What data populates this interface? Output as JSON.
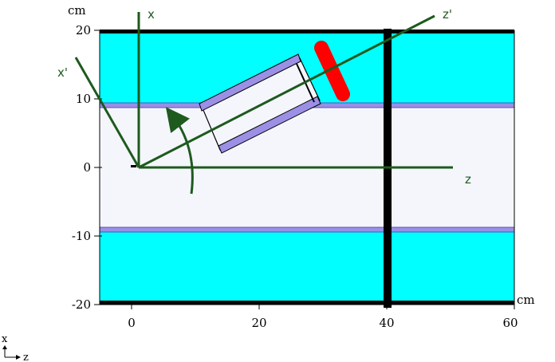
{
  "units": {
    "x": "cm",
    "z": "cm"
  },
  "x_ticks": [
    {
      "value": -20,
      "label": "-20"
    },
    {
      "value": -10,
      "label": "-10"
    },
    {
      "value": 0,
      "label": "0"
    },
    {
      "value": 10,
      "label": "10"
    },
    {
      "value": 20,
      "label": "20"
    }
  ],
  "z_ticks": [
    {
      "value": 0,
      "label": "0"
    },
    {
      "value": 20,
      "label": "20"
    },
    {
      "value": 40,
      "label": "40"
    },
    {
      "value": 60,
      "label": "60"
    }
  ],
  "frame_labels": {
    "x": "x",
    "z": "z",
    "x_prime": "x'",
    "z_prime": "z'"
  },
  "corner_axes": {
    "x": "x",
    "z": "z"
  },
  "colors": {
    "outer_region": "#00ffff",
    "inner_region": "#f4f6fc",
    "thin_layer": "#9b8fe6",
    "wall": "#000000",
    "frame": "#1e5a1e",
    "detector": "#9b8fe6",
    "red_element": "#ff0000"
  }
}
